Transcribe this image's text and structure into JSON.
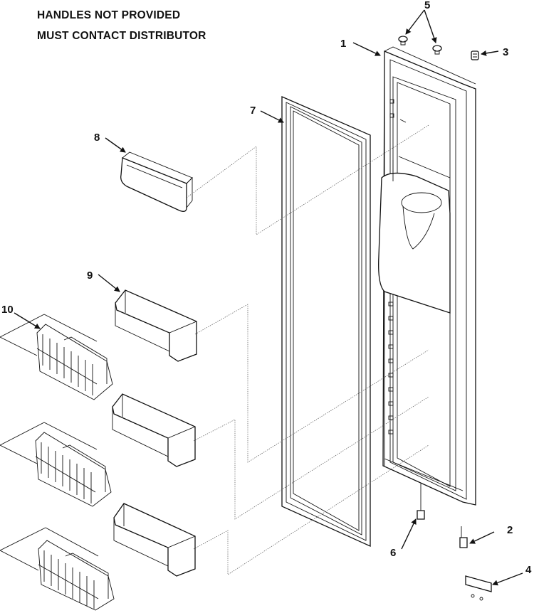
{
  "notes": [
    "HANDLES NOT PROVIDED",
    "MUST CONTACT DISTRIBUTOR"
  ],
  "callouts": [
    {
      "id": "1",
      "part": "door-assembly"
    },
    {
      "id": "2",
      "part": "lower-hinge-pin"
    },
    {
      "id": "3",
      "part": "top-hinge-bushing"
    },
    {
      "id": "4",
      "part": "hinge-bracket"
    },
    {
      "id": "5",
      "part": "top-plugs"
    },
    {
      "id": "6",
      "part": "door-stop"
    },
    {
      "id": "7",
      "part": "door-gasket"
    },
    {
      "id": "8",
      "part": "small-door-bin"
    },
    {
      "id": "9",
      "part": "door-bin"
    },
    {
      "id": "10",
      "part": "wire-rack"
    }
  ]
}
